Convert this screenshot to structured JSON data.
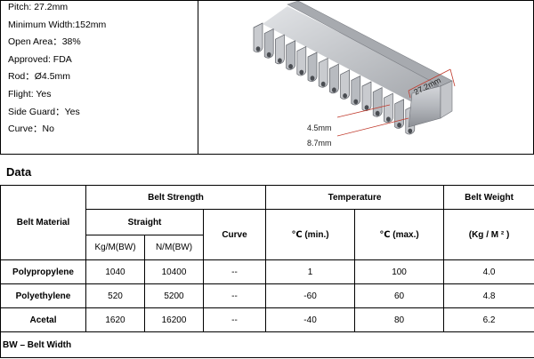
{
  "specs": [
    {
      "label": "Pitch",
      "sep": ": ",
      "value": "27.2mm"
    },
    {
      "label": "Minimum Width",
      "sep": ":",
      "value": "152mm"
    },
    {
      "label": "Open Area",
      "sep": "：",
      "value": "38%"
    },
    {
      "label": "Approved",
      "sep": ":  ",
      "value": "FDA"
    },
    {
      "label": "Rod",
      "sep": "：",
      "value": "Ø4.5mm"
    },
    {
      "label": "Flight",
      "sep": ": ",
      "value": "Yes"
    },
    {
      "label": "Side Guard",
      "sep": "：",
      "value": "Yes"
    },
    {
      "label": "Curve",
      "sep": "：",
      "value": "No"
    }
  ],
  "diagram": {
    "dim_rod": "4.5mm",
    "dim_height": "8.7mm",
    "dim_pitch": "27.2mm",
    "colors": {
      "belt": "#b8bbc0",
      "belt_dark": "#8e9197",
      "dimension": "#c0392b"
    }
  },
  "section_title": "Data",
  "table": {
    "h_material": "Belt Material",
    "h_strength": "Belt Strength",
    "h_straight": "Straight",
    "h_curve": "Curve",
    "h_temperature": "Temperature",
    "h_weight": "Belt Weight",
    "h_kgm": "Kg/M(BW)",
    "h_nm": "N/M(BW)",
    "h_tmin": "℃  (min.)",
    "h_tmax": "℃  (max.)",
    "h_unit": "(Kg / M ² )",
    "rows": [
      {
        "material": "Polypropylene",
        "kgm": "1040",
        "nm": "10400",
        "curve": "--",
        "tmin": "1",
        "tmax": "100",
        "weight": "4.0"
      },
      {
        "material": "Polyethylene",
        "kgm": "520",
        "nm": "5200",
        "curve": "--",
        "tmin": "-60",
        "tmax": "60",
        "weight": "4.8"
      },
      {
        "material": "Acetal",
        "kgm": "1620",
        "nm": "16200",
        "curve": "--",
        "tmin": "-40",
        "tmax": "80",
        "weight": "6.2"
      }
    ],
    "footnote": "BW – Belt Width"
  }
}
